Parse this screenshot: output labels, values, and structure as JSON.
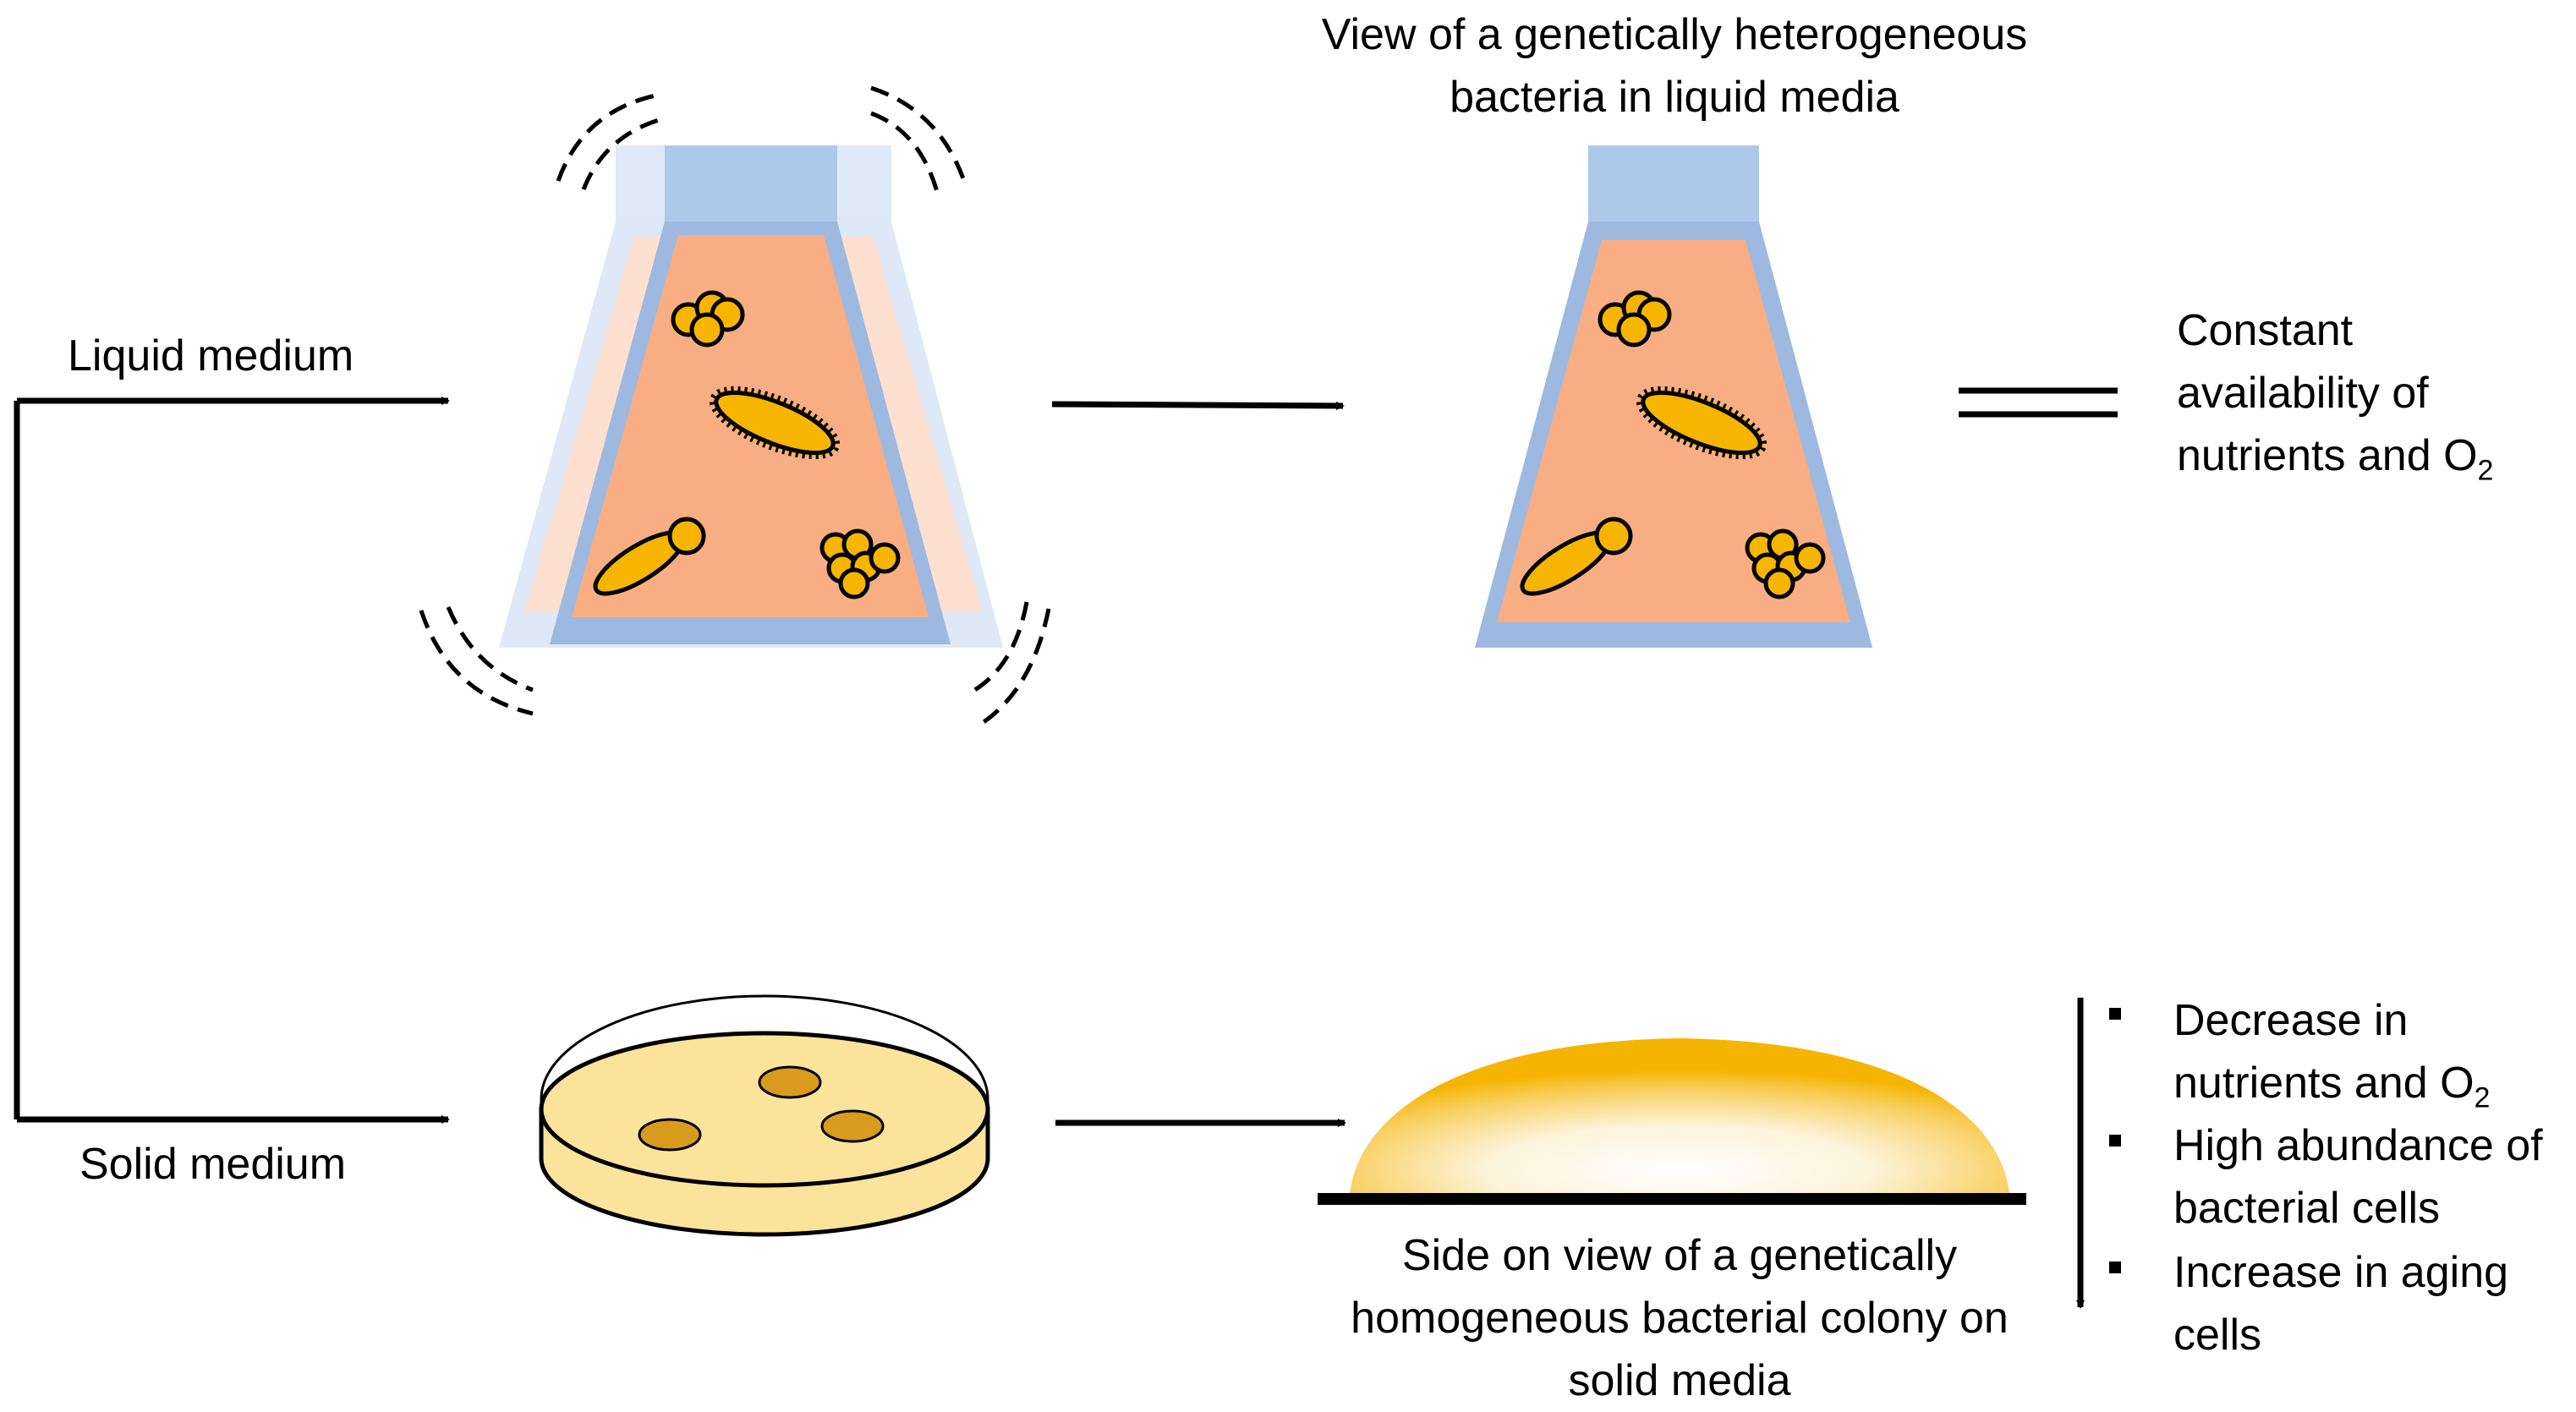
{
  "labels": {
    "liquid_medium": "Liquid medium",
    "solid_medium": "Solid medium",
    "liquid_view_line1": "View of a genetically heterogeneous",
    "liquid_view_line2": "bacteria in liquid media",
    "equals_l1": "Constant",
    "equals_l2": "availability of",
    "equals_l3": "nutrients and O",
    "equals_l3_sub": "2",
    "solid_view_line1": "Side on view of a genetically",
    "solid_view_line2": "homogeneous bacterial colony on",
    "solid_view_line3": "solid media"
  },
  "bullets": [
    {
      "line1": "Decrease in",
      "line2": "nutrients and O",
      "line2_sub": "2"
    },
    {
      "line1": "High abundance of",
      "line2": "bacterial cells",
      "line2_sub": ""
    },
    {
      "line1": "Increase in aging",
      "line2": "cells",
      "line2_sub": ""
    }
  ],
  "colors": {
    "flask_glass": "#9DB9E0",
    "flask_cap": "#AEC8EA",
    "liquid": "#F8AE82",
    "bacteria": "#F7B500",
    "agar": "#FBE39C",
    "colony_spot": "#D99B1E",
    "colony_edge": "#F5B800"
  }
}
